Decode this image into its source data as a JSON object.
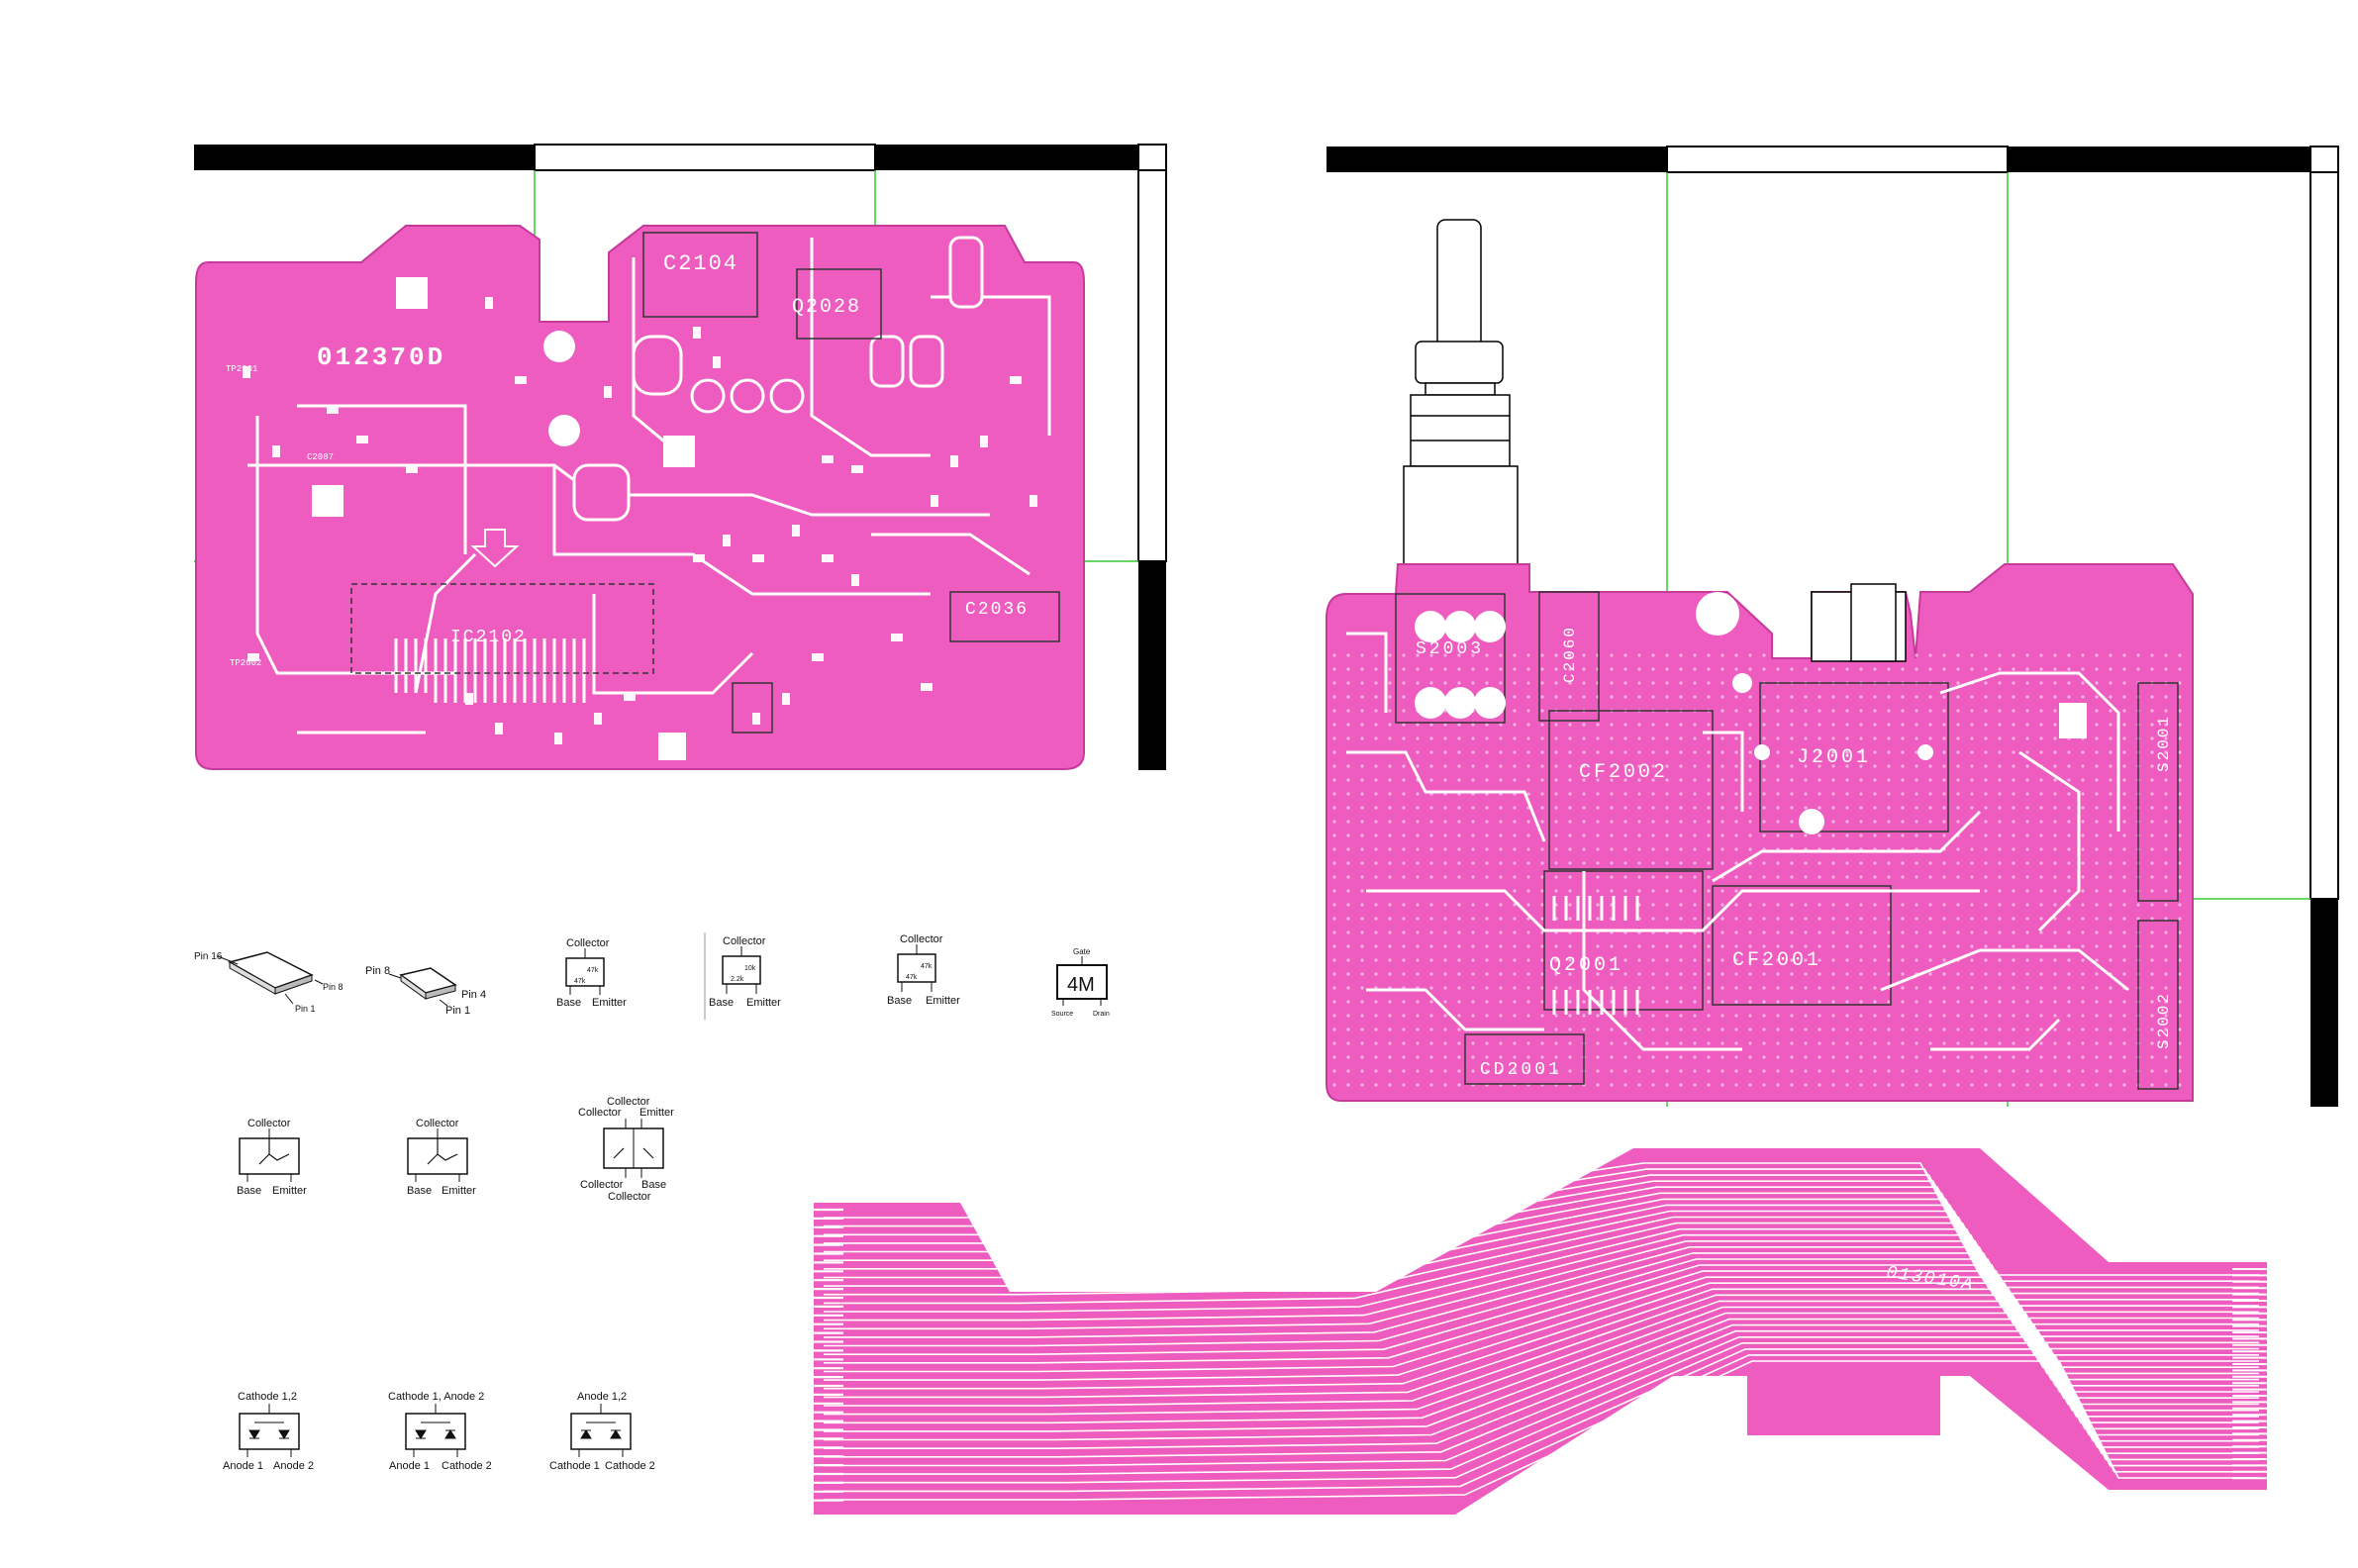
{
  "colors": {
    "copper": "#ee5cbf",
    "copper_light": "#f27fcc",
    "trace": "#ffffff",
    "outline": "#000000",
    "grid_line": "#33cc33",
    "ruler_black": "#000000",
    "legend_ink": "#111111"
  },
  "board_left": {
    "part_number": "012370D",
    "components": [
      "C2104",
      "Q2028",
      "C2036",
      "IC2102",
      "TP2001",
      "TP2002",
      "C2087"
    ]
  },
  "board_right": {
    "components": [
      "S2003",
      "C2060",
      "CF2002",
      "J2001",
      "Q2001",
      "CF2001",
      "CD2001",
      "S2001",
      "S2002"
    ]
  },
  "flex_cable": {
    "part_number": "013010A"
  },
  "legend": {
    "ic16": {
      "pin_top": "Pin 16",
      "pin_right": "Pin 8",
      "pin_bottom": "Pin 1"
    },
    "ic8": {
      "pin_left": "Pin 8",
      "pin_right": "Pin 4",
      "pin_bottom": "Pin 1"
    },
    "transistors_digital": [
      {
        "top": "Collector",
        "left": "Base",
        "right": "Emitter",
        "r1": "47k",
        "r2": "47k"
      },
      {
        "top": "Collector",
        "left": "Base",
        "right": "Emitter",
        "r1": "10k",
        "r2": "2.2k"
      },
      {
        "top": "Collector",
        "left": "Base",
        "right": "Emitter",
        "r1": "47k",
        "r2": "47k"
      }
    ],
    "fet": {
      "gate": "Gate",
      "code": "4M",
      "source": "Source",
      "drain": "Drain"
    },
    "transistors_plain": [
      {
        "top": "Collector",
        "left": "Base",
        "right": "Emitter"
      },
      {
        "top": "Collector",
        "left": "Base",
        "right": "Emitter"
      }
    ],
    "dual_transistor": {
      "top": "Collector",
      "upper_left": "Collector",
      "upper_right": "Emitter",
      "lower_left": "Collector",
      "lower_right": "Base",
      "bottom": "Collector"
    },
    "diodes": [
      {
        "top": "Cathode 1,2",
        "left": "Anode 1",
        "right": "Anode 2"
      },
      {
        "top": "Cathode 1, Anode 2",
        "left": "Anode 1",
        "right": "Cathode 2"
      },
      {
        "top": "Anode 1,2",
        "left": "Cathode 1",
        "right": "Cathode 2"
      }
    ]
  }
}
